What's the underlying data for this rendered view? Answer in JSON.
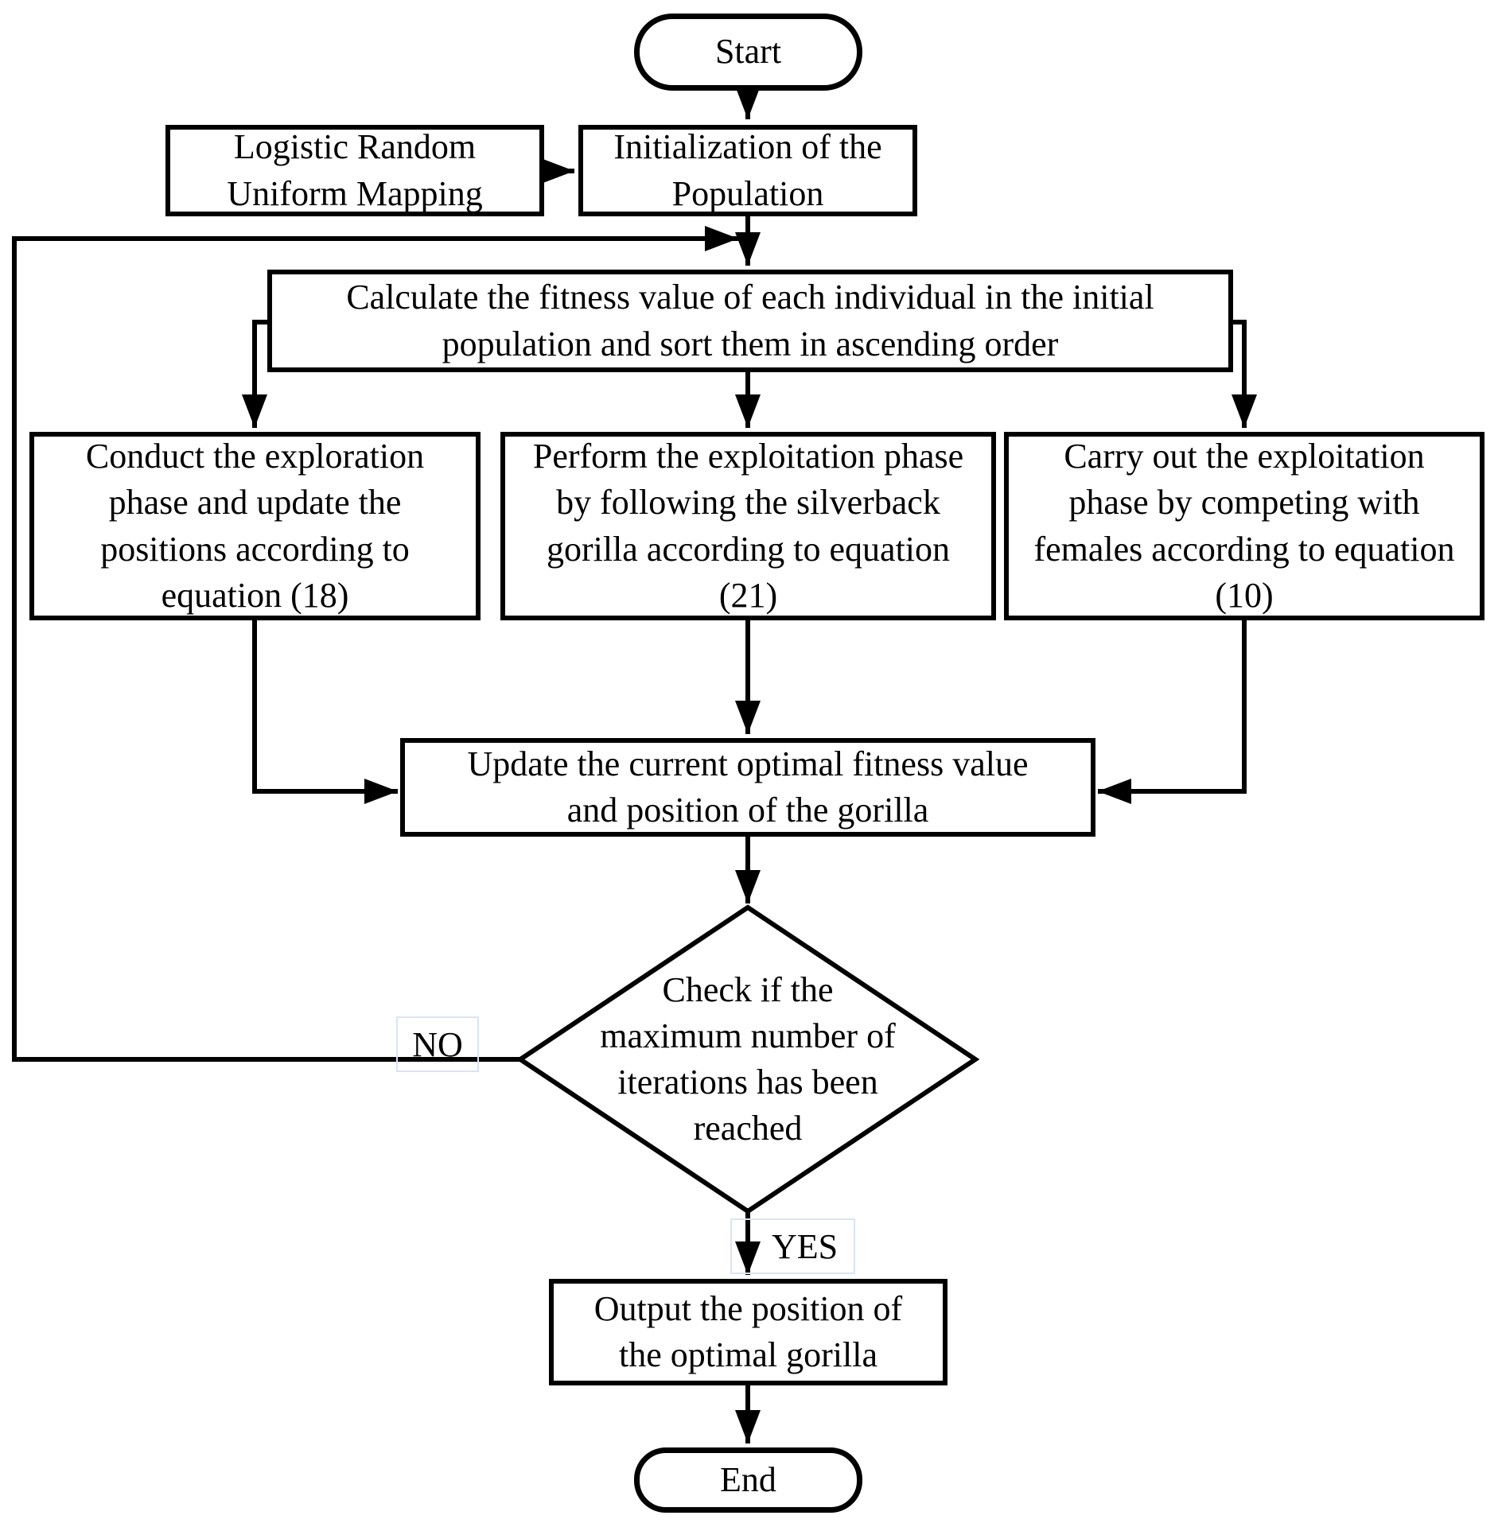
{
  "flowchart": {
    "title": "Gorilla optimization algorithm flowchart",
    "colors": {
      "line": "#000000",
      "background": "#ffffff",
      "label_box_border": "#dbe4f4"
    },
    "nodes": {
      "start": {
        "label": "Start"
      },
      "logistic_mapping": {
        "label": "Logistic Random\nUniform Mapping"
      },
      "initialization": {
        "label": "Initialization of the\nPopulation"
      },
      "calculate_fitness": {
        "label": "Calculate the fitness value of each individual in the initial\npopulation and sort them in ascending order"
      },
      "exploration": {
        "label": "Conduct the exploration\nphase and update the\npositions according to\nequation (18)"
      },
      "exploitation_silverback": {
        "label": "Perform the exploitation phase\nby following the silverback\ngorilla according to equation\n(21)"
      },
      "exploitation_females": {
        "label": "Carry out the exploitation\nphase by competing with\nfemales according to equation\n(10)"
      },
      "update_optimal": {
        "label": "Update the current optimal fitness value\nand position of the gorilla"
      },
      "decision": {
        "label": "Check if the\nmaximum number of\niterations has been\nreached"
      },
      "output": {
        "label": "Output the position of\nthe optimal gorilla"
      },
      "end": {
        "label": "End"
      }
    },
    "edge_labels": {
      "no": "NO",
      "yes": "YES"
    }
  }
}
